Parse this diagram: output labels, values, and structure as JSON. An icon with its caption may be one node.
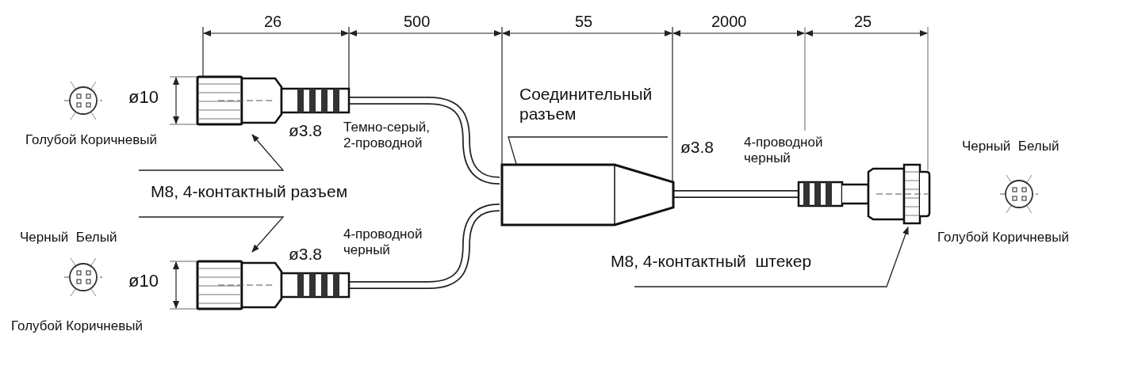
{
  "diagram": {
    "nodes": [
      {
        "text": [],
        "shape": "picture"
      },
      {
        "text": [
          "M8, 4-контактный разъем"
        ]
      },
      {
        "text": [],
        "shape": "picture"
      },
      {
        "text": [
          "Соединительный разъем"
        ]
      },
      {
        "text": [],
        "shape": "box"
      },
      {
        "text": [],
        "shape": "picture"
      },
      {
        "text": [
          "M8, 4-контактный  штекер"
        ]
      }
    ],
    "edges": [
      {
        "from": 1,
        "to": 0,
        "arrow": "to"
      },
      {
        "from": 1,
        "to": 2,
        "arrow": "to"
      },
      {
        "from": 3,
        "to": 4,
        "arrow": "none"
      },
      {
        "from": 6,
        "to": 5,
        "arrow": "to"
      },
      {
        "from": 0,
        "to": 4,
        "arrow": "none",
        "style": "thick"
      },
      {
        "from": 2,
        "to": 4,
        "arrow": "none",
        "style": "thick"
      },
      {
        "from": 4,
        "to": 5,
        "arrow": "none",
        "style": "thick"
      }
    ],
    "labels": [
      "26",
      "500",
      "55",
      "2000",
      "25",
      "ø10",
      "Голубой Коричневый",
      "ø3.8",
      "Темно-серый, 2-проводной",
      "ø3.8",
      "4-проводной черный",
      "Черный  Белый",
      "Черный  Белый",
      "4-проводной черный",
      "ø3.8",
      "ø10",
      "Голубой Коричневый",
      "Голубой Коричневый"
    ]
  }
}
